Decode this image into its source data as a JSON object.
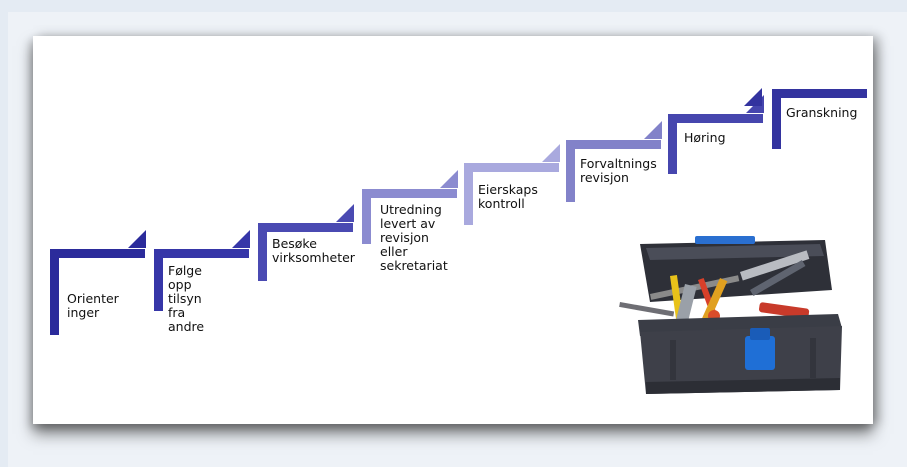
{
  "steps": [
    {
      "label": "Orienter\ninger",
      "color": "#2b2b9b"
    },
    {
      "label": "Følge opp\ntilsyn fra\nandre",
      "color": "#3636a8"
    },
    {
      "label": "Besøke\nvirksomheter",
      "color": "#4a4ab2"
    },
    {
      "label": "Utredning\nlevert av\nrevisjon\neller\nsekretariat",
      "color": "#8b8bd0"
    },
    {
      "label": "Eierskaps\nkontroll",
      "color": "#a9a9de"
    },
    {
      "label": "Forvaltnings\nrevisjon",
      "color": "#8282c9"
    },
    {
      "label": "Høring",
      "color": "#4646ae"
    },
    {
      "label": "Granskning",
      "color": "#33339f"
    }
  ],
  "toolbox": {
    "icon": "toolbox-icon",
    "body_color": "#3e4049",
    "latch_color": "#1f6fd6"
  }
}
